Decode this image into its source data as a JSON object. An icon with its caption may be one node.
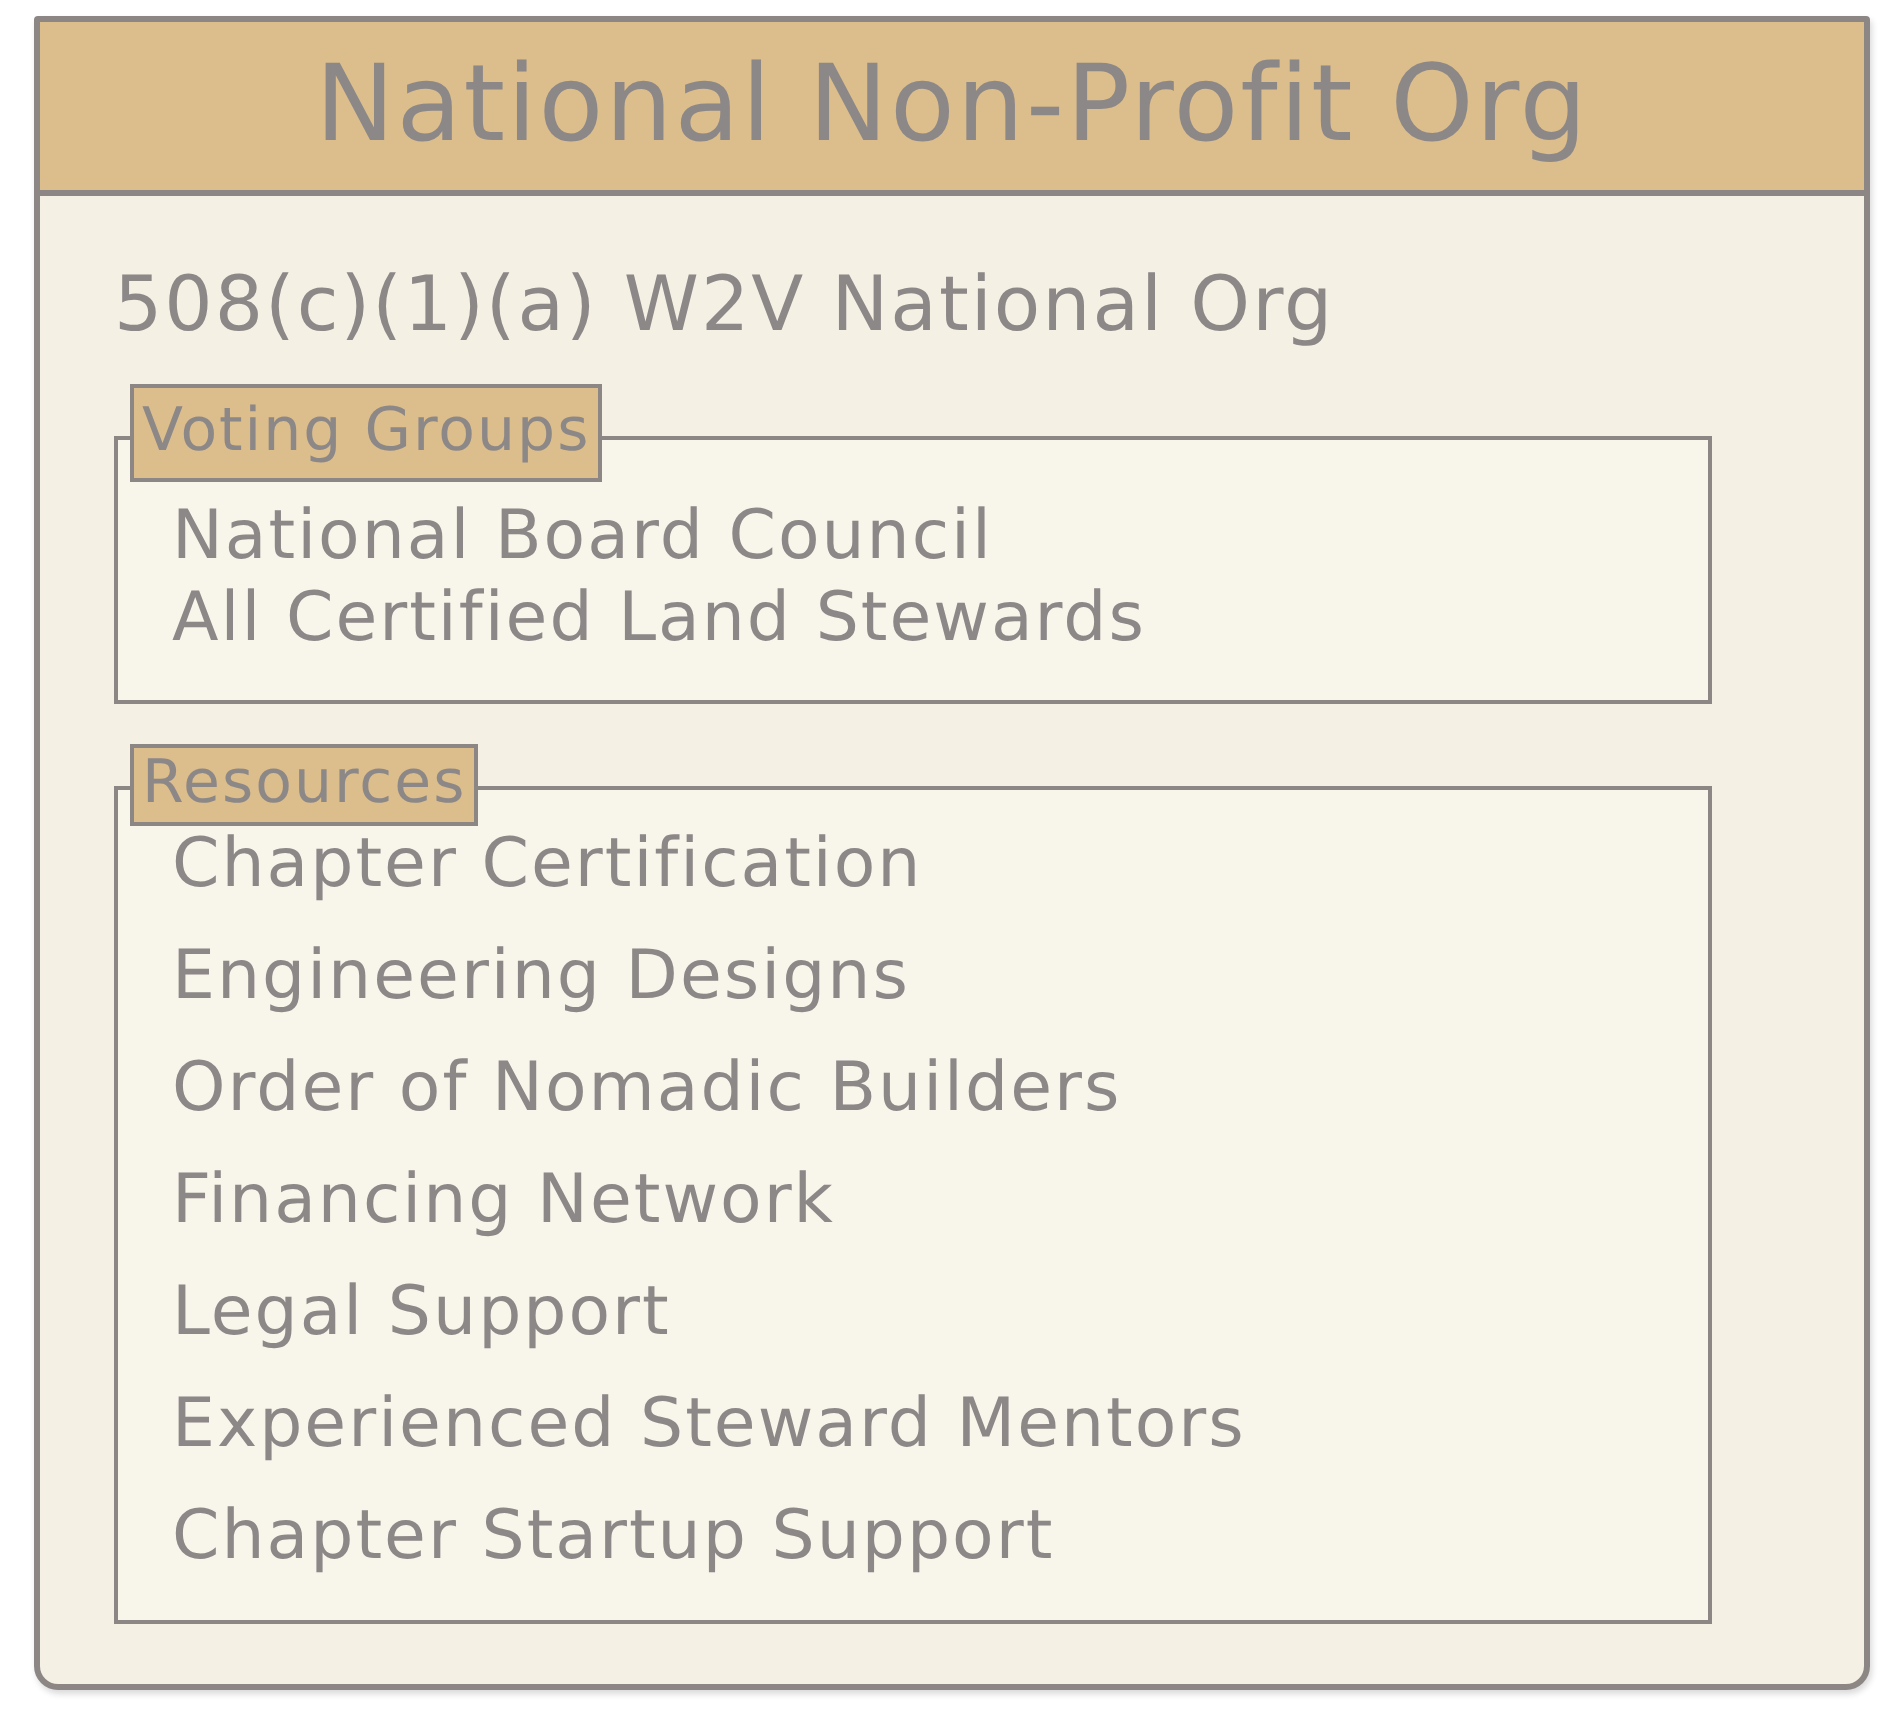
{
  "diagram": {
    "nodes": [
      {
        "text": [
          "National Non-Profit Org",
          "508(c)(1)(a) W2V National Org"
        ]
      },
      {
        "text": [
          "Voting Groups",
          "National Board Council",
          "All Certified Land Stewards"
        ],
        "in": 0
      },
      {
        "text": [
          "Resources",
          "Chapter Certification",
          "Engineering Designs",
          "Order of Nomadic Builders",
          "Financing Network",
          "Legal Support",
          "Experienced Steward Mentors",
          "Chapter Startup Support"
        ],
        "in": 0
      }
    ],
    "edges": []
  }
}
